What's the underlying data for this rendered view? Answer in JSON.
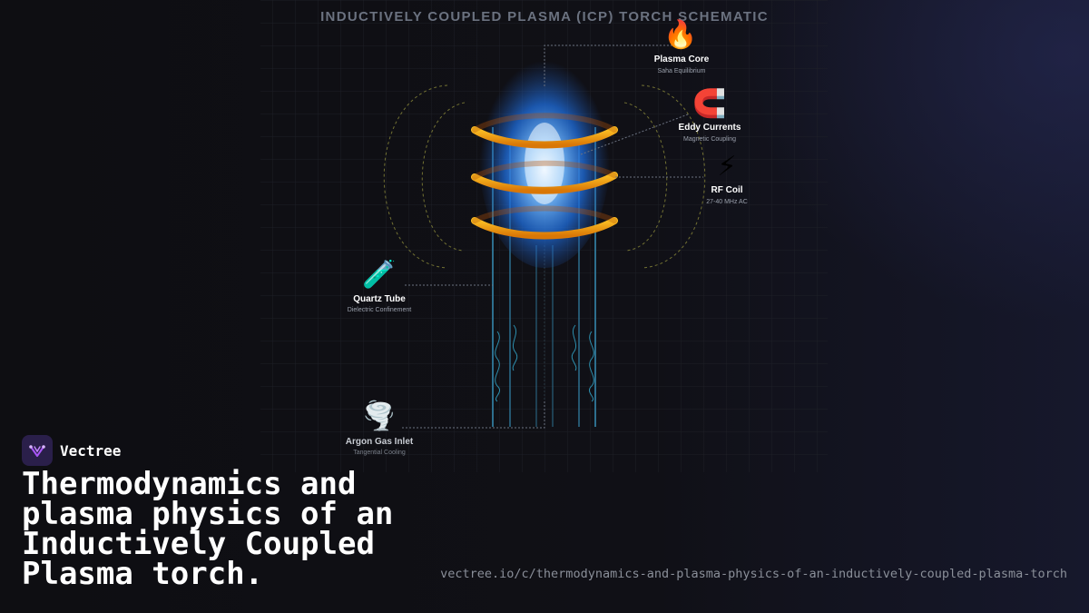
{
  "diagram": {
    "title": "INDUCTIVELY COUPLED PLASMA (ICP) TORCH SCHEMATIC",
    "colors": {
      "tube": "#2d6f8e",
      "coil": "#f59e0b",
      "plasma": "#3b82f6",
      "field": "#8b8a3a",
      "leader": "#6b7280"
    },
    "labels": [
      {
        "id": "plasma-core",
        "icon": "fire-icon",
        "glyph": "🔥",
        "title": "Plasma Core",
        "subtitle": "Saha Equilibrium"
      },
      {
        "id": "eddy-currents",
        "icon": "magnet-icon",
        "glyph": "🧲",
        "title": "Eddy Currents",
        "subtitle": "Magnetic Coupling"
      },
      {
        "id": "rf-coil",
        "icon": "lightning-icon",
        "glyph": "⚡",
        "title": "RF Coil",
        "subtitle": "27-40 MHz AC"
      },
      {
        "id": "quartz-tube",
        "icon": "test-tube-icon",
        "glyph": "🧪",
        "title": "Quartz Tube",
        "subtitle": "Dielectric Confinement"
      },
      {
        "id": "argon-gas-inlet",
        "icon": "tornado-icon",
        "glyph": "🌪️",
        "title": "Argon Gas Inlet",
        "subtitle": "Tangential Cooling"
      }
    ]
  },
  "brand": {
    "name": "Vectree",
    "logo_icon": "vectree-logo-icon"
  },
  "headline": "Thermodynamics and plasma physics of an Inductively Coupled Plasma torch.",
  "url": "vectree.io/c/thermodynamics-and-plasma-physics-of-an-inductively-coupled-plasma-torch"
}
